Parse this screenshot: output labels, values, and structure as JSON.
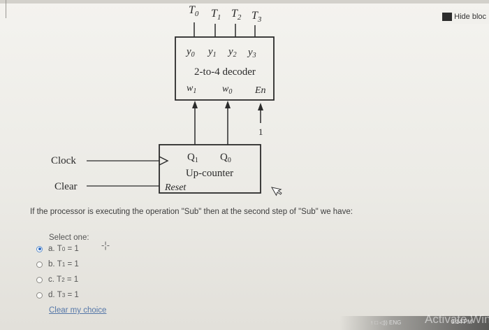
{
  "header": {
    "hide_blocks": "Hide bloc"
  },
  "diagram": {
    "outputs": [
      {
        "label": "T",
        "sub": "0"
      },
      {
        "label": "T",
        "sub": "1"
      },
      {
        "label": "T",
        "sub": "2"
      },
      {
        "label": "T",
        "sub": "3"
      }
    ],
    "decoder": {
      "y_labels": [
        {
          "label": "y",
          "sub": "0"
        },
        {
          "label": "y",
          "sub": "1"
        },
        {
          "label": "y",
          "sub": "2"
        },
        {
          "label": "y",
          "sub": "3"
        }
      ],
      "title": "2-to-4 decoder",
      "w1": {
        "label": "w",
        "sub": "1"
      },
      "w0": {
        "label": "w",
        "sub": "0"
      },
      "en": "En",
      "en_value": "1"
    },
    "counter": {
      "q1": {
        "label": "Q",
        "sub": "1"
      },
      "q0": {
        "label": "Q",
        "sub": "0"
      },
      "title": "Up-counter",
      "reset": "Reset"
    },
    "clock_label": "Clock",
    "clear_label": "Clear"
  },
  "question": {
    "text": "If the processor is executing the operation \"Sub\" then at the second step of \"Sub\" we have:",
    "select_one": "Select one:",
    "options": [
      {
        "letter": "a.",
        "var": "T",
        "sub": "0",
        "value": "= 1",
        "selected": true
      },
      {
        "letter": "b.",
        "var": "T",
        "sub": "1",
        "value": "= 1",
        "selected": false
      },
      {
        "letter": "c.",
        "var": "T",
        "sub": "2",
        "value": "= 1",
        "selected": false
      },
      {
        "letter": "d.",
        "var": "T",
        "sub": "3",
        "value": "= 1",
        "selected": false
      }
    ],
    "clear_choice": "Clear my choice"
  },
  "system": {
    "taskbar_icons": "↑ □ ◁)) ENG",
    "clock": "3:14 PM",
    "watermark": "Activate Win"
  }
}
